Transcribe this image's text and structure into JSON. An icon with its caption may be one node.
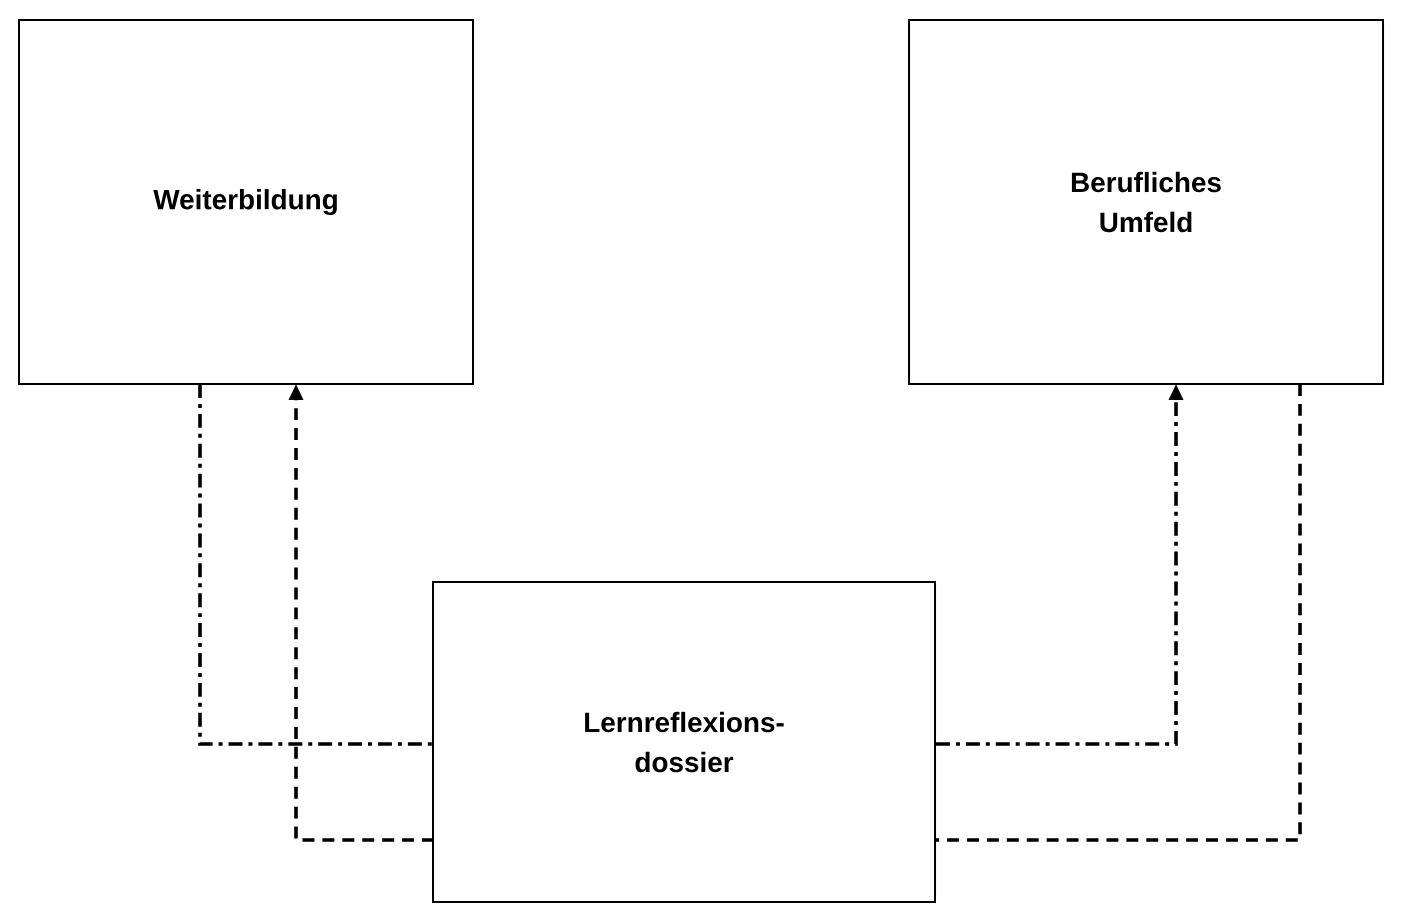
{
  "diagram": {
    "nodes": [
      {
        "text": [
          "Weiterbildung"
        ]
      },
      {
        "text": [
          "Berufliches Umfeld"
        ]
      },
      {
        "text": [
          "Lernreflexions-dossier"
        ]
      }
    ],
    "edges": [
      {
        "from": 0,
        "to": 2,
        "arrow": "none"
      },
      {
        "from": 2,
        "to": 0,
        "arrow": "to",
        "style": "dashed"
      },
      {
        "from": 2,
        "to": 1,
        "arrow": "to"
      },
      {
        "from": 1,
        "to": 2,
        "arrow": "none",
        "style": "dashed"
      }
    ]
  }
}
